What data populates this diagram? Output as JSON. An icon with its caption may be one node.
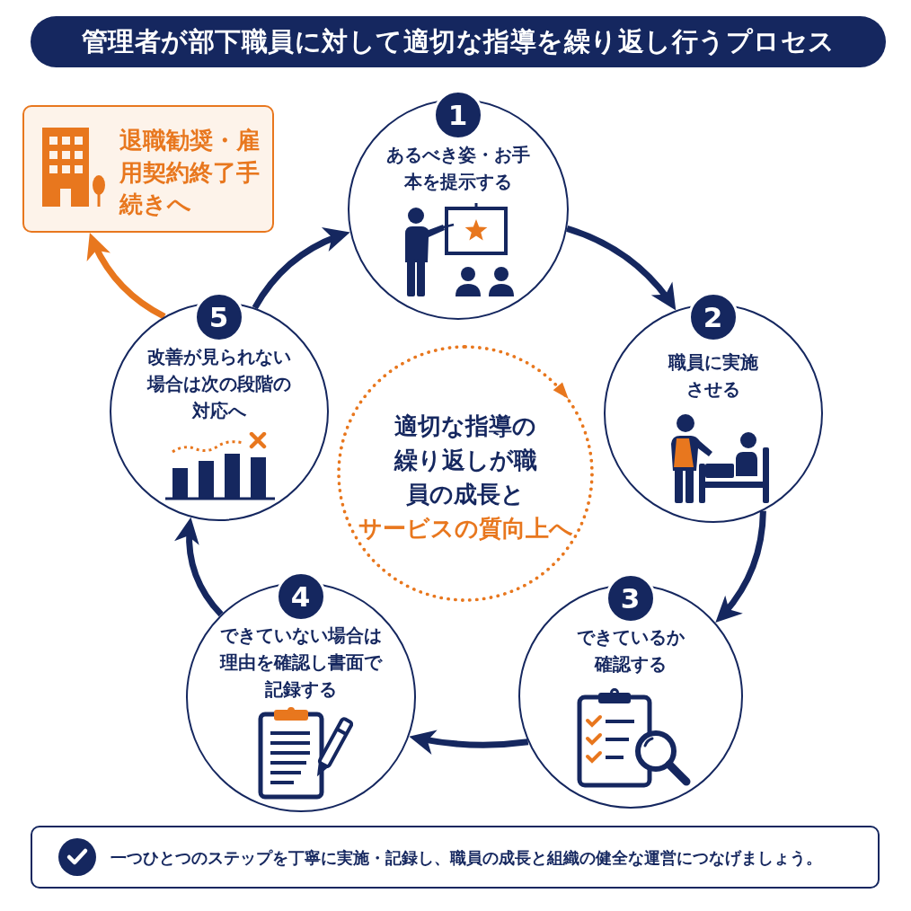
{
  "diagram": {
    "title": "管理者が部下職員に対して適切な指導を繰り返し行うプロセス",
    "nodes": [
      {
        "text": [
          "退職勧奨・雇用契約終了手続きへ"
        ]
      },
      {
        "text": [
          "1",
          "あるべき姿・お手本を提示する"
        ]
      },
      {
        "text": [
          "2",
          "職員に実施させる"
        ]
      },
      {
        "text": [
          "3",
          "できているか確認する"
        ]
      },
      {
        "text": [
          "4",
          "できていない場合は理由を確認し書面で記録する"
        ]
      },
      {
        "text": [
          "5",
          "改善が見られない場合は次の段階の対応へ"
        ]
      },
      {
        "text": [
          "適切な指導の繰り返しが職員の成長と",
          "サービスの質向上へ"
        ]
      },
      {
        "text": [
          "一つひとつのステップを丁寧に実施・記録し、職員の成長と組織の健全な運営につなげましょう。"
        ]
      }
    ],
    "edges": [
      {
        "from": 1,
        "to": 2,
        "arrow": "to"
      },
      {
        "from": 2,
        "to": 3,
        "arrow": "to"
      },
      {
        "from": 3,
        "to": 4,
        "arrow": "to"
      },
      {
        "from": 4,
        "to": 5,
        "arrow": "to"
      },
      {
        "from": 5,
        "to": 1,
        "arrow": "to"
      },
      {
        "from": 5,
        "to": 0,
        "arrow": "to",
        "color": "#e8771e"
      }
    ]
  }
}
